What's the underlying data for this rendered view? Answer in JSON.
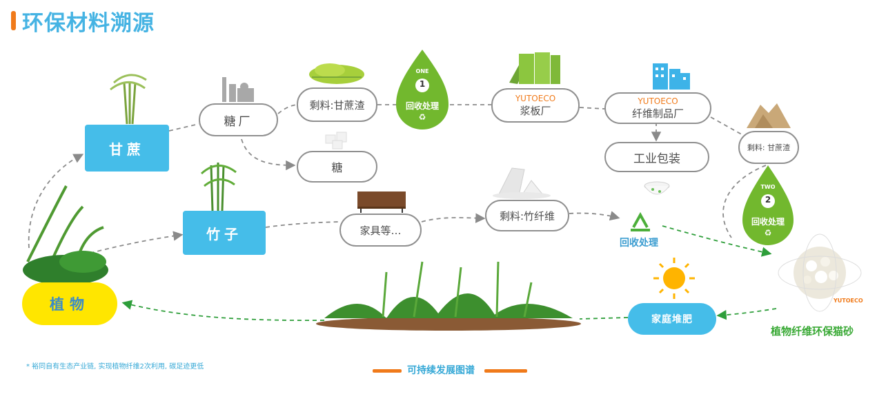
{
  "title": "环保材料溯源",
  "nodes": {
    "sugarcane": "甘蔗",
    "bamboo": "竹子",
    "plant": "植物",
    "sugar_factory": "糖厂",
    "residue_bagasse_1": "剩料:甘蔗渣",
    "sugar": "糖",
    "pulp_brand": "YUTOECO",
    "pulp_factory": "浆板厂",
    "fiber_brand": "YUTOECO",
    "fiber_factory": "纤维制品厂",
    "industrial_packaging": "工业包装",
    "residue_bagasse_2": "剩料: 甘蔗渣",
    "furniture": "家具等…",
    "residue_bamboo": "剩料:竹纤维",
    "recycle_label": "回收处理",
    "home_compost": "家庭堆肥",
    "cat_litter": "植物纤维环保猫砂",
    "product_brand": "YUTOECO"
  },
  "drops": [
    {
      "word": "ONE",
      "num": "1",
      "label": "回收处理"
    },
    {
      "word": "TWO",
      "num": "2",
      "label": "回收处理"
    }
  ],
  "footer": {
    "note": "* 裕同自有生态产业链, 实现植物纤维2次利用, 碳足迹更低",
    "legend": "可持续发展图谱"
  },
  "colors": {
    "accent": "#f07a1a",
    "blue": "#45bde9",
    "green": "#72b82e",
    "yellow": "#ffe600",
    "title": "#45b3e3"
  },
  "icons": [
    "factory-icon",
    "grass-icon",
    "sugar-cubes-icon",
    "panel-boards-icon",
    "buildings-icon",
    "bagasse-pile-icon",
    "furniture-icon",
    "fiber-icon",
    "bowl-icon",
    "recycle-icon",
    "sun-icon",
    "litter-pellets-icon",
    "plant-cluster-icon",
    "garden-icon"
  ]
}
